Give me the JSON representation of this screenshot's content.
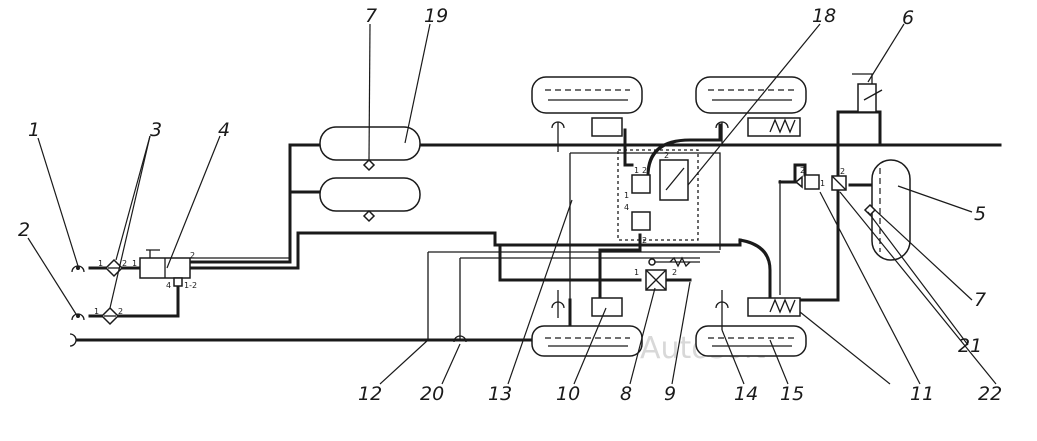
{
  "diagram": {
    "type": "pneumatic brake system schematic",
    "callouts": [
      {
        "id": "c1",
        "label": "1"
      },
      {
        "id": "c2",
        "label": "2"
      },
      {
        "id": "c3",
        "label": "3"
      },
      {
        "id": "c4",
        "label": "4"
      },
      {
        "id": "c5",
        "label": "5"
      },
      {
        "id": "c6",
        "label": "6"
      },
      {
        "id": "c7a",
        "label": "7"
      },
      {
        "id": "c7b",
        "label": "7"
      },
      {
        "id": "c8",
        "label": "8"
      },
      {
        "id": "c9",
        "label": "9"
      },
      {
        "id": "c10",
        "label": "10"
      },
      {
        "id": "c11",
        "label": "11"
      },
      {
        "id": "c12",
        "label": "12"
      },
      {
        "id": "c13",
        "label": "13"
      },
      {
        "id": "c14",
        "label": "14"
      },
      {
        "id": "c15",
        "label": "15"
      },
      {
        "id": "c18",
        "label": "18"
      },
      {
        "id": "c19",
        "label": "19"
      },
      {
        "id": "c20",
        "label": "20"
      },
      {
        "id": "c21",
        "label": "21"
      },
      {
        "id": "c22",
        "label": "22"
      }
    ],
    "port_labels": {
      "p1a": "1",
      "p2a": "2",
      "p1b": "1",
      "p2b": "2",
      "v4_1": "1",
      "v4_2": "2",
      "v4_4": "4",
      "v4_12": "1-2",
      "v8_1": "1",
      "v8_2": "2",
      "v11_1": "1",
      "v11_2": "2",
      "v11_3": "2",
      "v18_1": "1",
      "v18_2": "2",
      "v18_3": "1",
      "v18_4": "4",
      "v18_5": "2",
      "v18_6": "2"
    },
    "watermark": "Autosoft"
  }
}
